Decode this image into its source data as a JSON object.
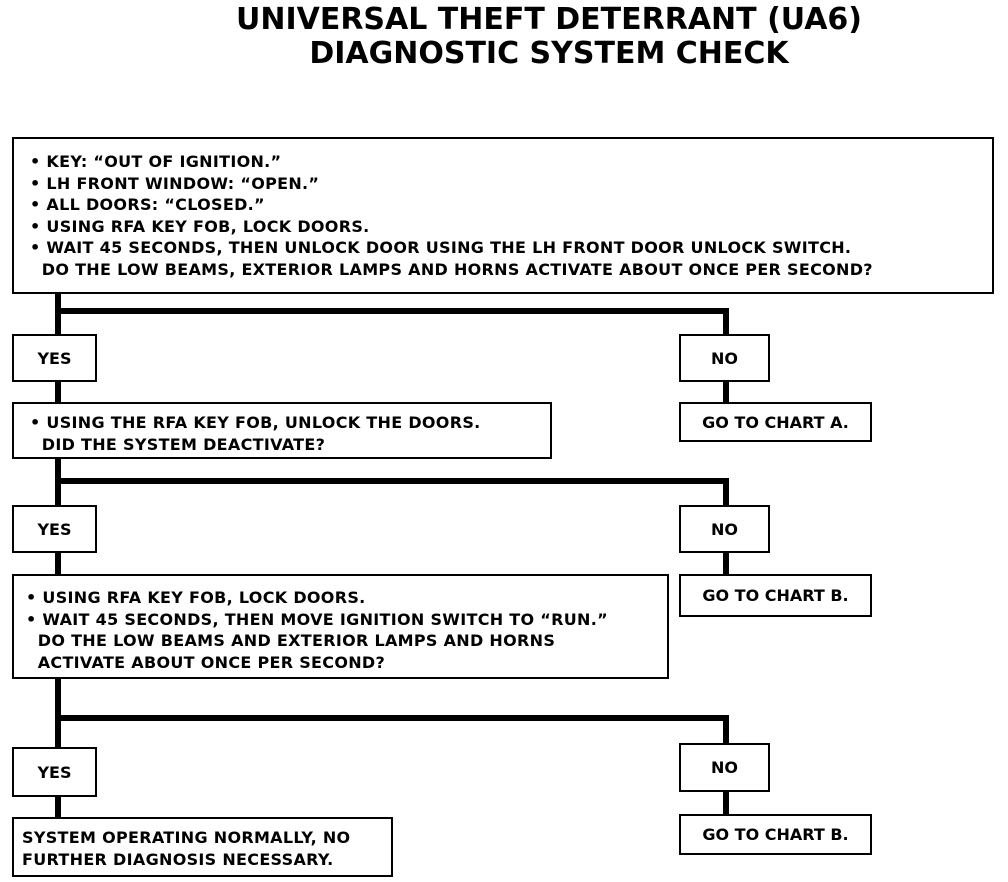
{
  "title": {
    "line1": "UNIVERSAL THEFT DETERRANT (UA6)",
    "line2": "DIAGNOSTIC SYSTEM CHECK"
  },
  "steps": [
    {
      "question": [
        "• KEY: “OUT OF IGNITION.”",
        "• LH FRONT WINDOW: “OPEN.”",
        "• ALL DOORS: “CLOSED.”",
        "• USING RFA KEY FOB, LOCK DOORS.",
        "• WAIT 45 SECONDS, THEN UNLOCK DOOR USING THE LH FRONT DOOR UNLOCK SWITCH.",
        "  DO THE LOW BEAMS, EXTERIOR LAMPS AND HORNS ACTIVATE ABOUT ONCE PER SECOND?"
      ],
      "yes_label": "YES",
      "no_label": "NO",
      "no_action": "GO TO CHART A."
    },
    {
      "question": [
        "• USING THE RFA KEY FOB, UNLOCK THE DOORS.",
        "  DID THE SYSTEM DEACTIVATE?"
      ],
      "yes_label": "YES",
      "no_label": "NO",
      "no_action": "GO TO CHART B."
    },
    {
      "question": [
        "• USING RFA KEY FOB, LOCK DOORS.",
        "• WAIT 45 SECONDS, THEN MOVE IGNITION SWITCH TO “RUN.”",
        "  DO THE LOW BEAMS AND EXTERIOR LAMPS AND HORNS",
        "  ACTIVATE ABOUT ONCE PER SECOND?"
      ],
      "yes_label": "YES",
      "no_label": "NO",
      "no_action": "GO TO CHART B."
    }
  ],
  "final": {
    "lines": [
      "SYSTEM OPERATING NORMALLY, NO",
      "FURTHER DIAGNOSIS NECESSARY."
    ]
  }
}
